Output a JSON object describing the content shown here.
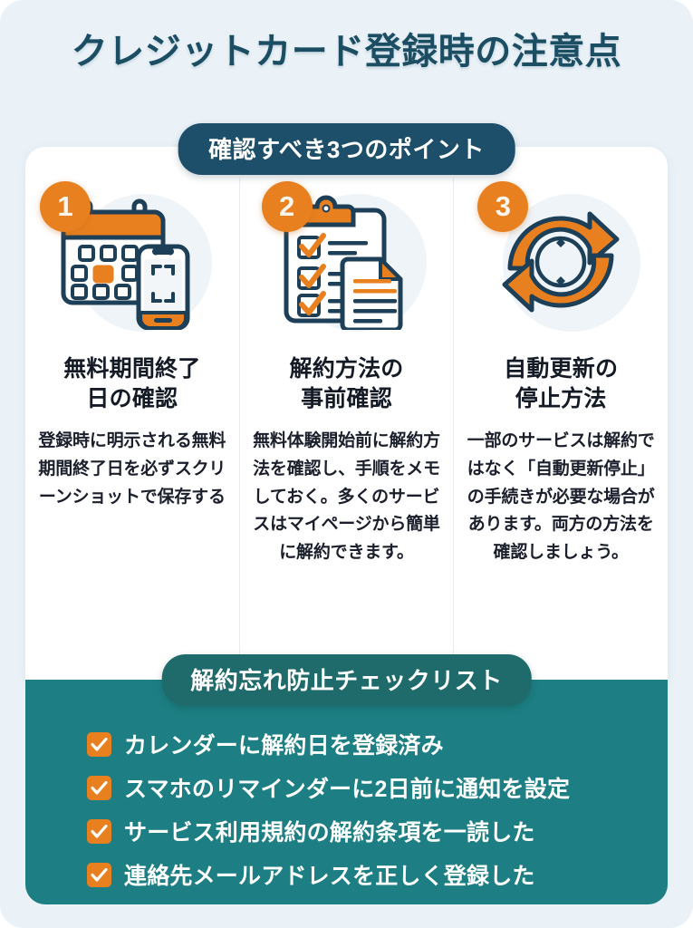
{
  "header": {
    "title": "クレジットカード登録時の注意点",
    "badge": "確認すべき3つのポイント"
  },
  "colors": {
    "background": "#eaf2f8",
    "card": "#ffffff",
    "title": "#1b4d63",
    "navy_badge": "#1d4f6b",
    "accent_orange": "#e8801f",
    "teal_section": "#1d7f83",
    "teal_badge": "#1f6b6b",
    "icon_outline": "#1d3f57",
    "divider": "#e6ecf1"
  },
  "points": [
    {
      "number": "1",
      "icon": "calendar-smartphone-icon",
      "title": "無料期間終了\n日の確認",
      "title_line1": "無料期間終了",
      "title_line2": "日の確認",
      "body": "登録時に明示される無料期間終了日を必ずスクリーンショットで保存する"
    },
    {
      "number": "2",
      "icon": "clipboard-checklist-document-icon",
      "title": "解約方法の\n事前確認",
      "title_line1": "解約方法の",
      "title_line2": "事前確認",
      "body": "無料体験開始前に解約方法を確認し、手順をメモしておく。多くのサービスはマイページから簡単に解約できます。"
    },
    {
      "number": "3",
      "icon": "auto-renew-arrows-icon",
      "title": "自動更新の\n停止方法",
      "title_line1": "自動更新の",
      "title_line2": "停止方法",
      "body": "一部のサービスは解約ではなく「自動更新停止」の手続きが必要な場合があります。両方の方法を確認しましょう。"
    }
  ],
  "checklist": {
    "badge": "解約忘れ防止チェックリスト",
    "items": [
      {
        "label": "カレンダーに解約日を登録済み",
        "checked": true
      },
      {
        "label": "スマホのリマインダーに2日前に通知を設定",
        "checked": true
      },
      {
        "label": "サービス利用規約の解約条項を一読した",
        "checked": true
      },
      {
        "label": "連絡先メールアドレスを正しく登録した",
        "checked": true
      }
    ]
  }
}
